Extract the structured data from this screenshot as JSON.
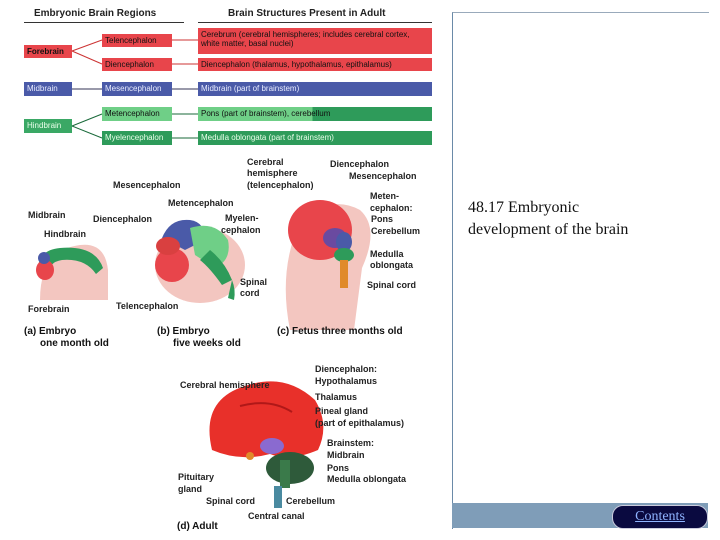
{
  "figure": {
    "left_header": "Embryonic Brain Regions",
    "right_header": "Brain Structures Present in Adult",
    "rows": [
      {
        "region": "Forebrain",
        "sub": "Telencephalon",
        "adult": "Cerebrum (cerebral hemispheres; includes cerebral cortex, white matter, basal nuclei)"
      },
      {
        "region": "",
        "sub": "Diencephalon",
        "adult": "Diencephalon (thalamus, hypothalamus, epithalamus)"
      },
      {
        "region": "Midbrain",
        "sub": "Mesencephalon",
        "adult": "Midbrain (part of brainstem)"
      },
      {
        "region": "Hindbrain",
        "sub": "Metencephalon",
        "adult": "Pons (part of brainstem), cerebellum"
      },
      {
        "region": "",
        "sub": "Myelencephalon",
        "adult": "Medulla oblongata (part of brainstem)"
      }
    ],
    "embryo_a": {
      "labels": [
        "Midbrain",
        "Hindbrain",
        "Forebrain"
      ],
      "caption_line1": "(a) Embryo",
      "caption_line2": "one month old"
    },
    "embryo_b": {
      "labels": [
        "Mesencephalon",
        "Metencephalon",
        "Diencephalon",
        "Myelen-",
        "cephalon",
        "Spinal",
        "cord",
        "Telencephalon"
      ],
      "caption_line1": "(b) Embryo",
      "caption_line2": "five weeks old"
    },
    "fetus_c": {
      "labels": [
        "Cerebral",
        "hemisphere",
        "(telencephalon)",
        "Diencephalon",
        "Mesencephalon",
        "Meten-",
        "cephalon:",
        "Pons",
        "Cerebellum",
        "Medulla",
        "oblongata",
        "Spinal cord"
      ],
      "caption": "(c) Fetus three months old"
    },
    "adult_d": {
      "labels": [
        "Diencephalon:",
        "Hypothalamus",
        "Thalamus",
        "Pineal gland",
        "(part of epithalamus)",
        "Cerebral hemisphere",
        "Brainstem:",
        "Midbrain",
        "Pons",
        "Medulla oblongata",
        "Pituitary",
        "gland",
        "Spinal cord",
        "Cerebellum",
        "Central canal"
      ],
      "caption": "(d) Adult"
    }
  },
  "slide": {
    "title_line1": "48.17 Embryonic",
    "title_line2": "development of the brain"
  },
  "nav": {
    "contents_label": "Contents"
  },
  "colors": {
    "forebrain": "#e8454b",
    "midbrain": "#4a5aa8",
    "metencephalon": "#6fcf87",
    "myelencephalon": "#2e9b5a",
    "panel_border": "#6a8aa8",
    "button_bg": "#0a0a40",
    "button_text": "#8fb4ff"
  }
}
